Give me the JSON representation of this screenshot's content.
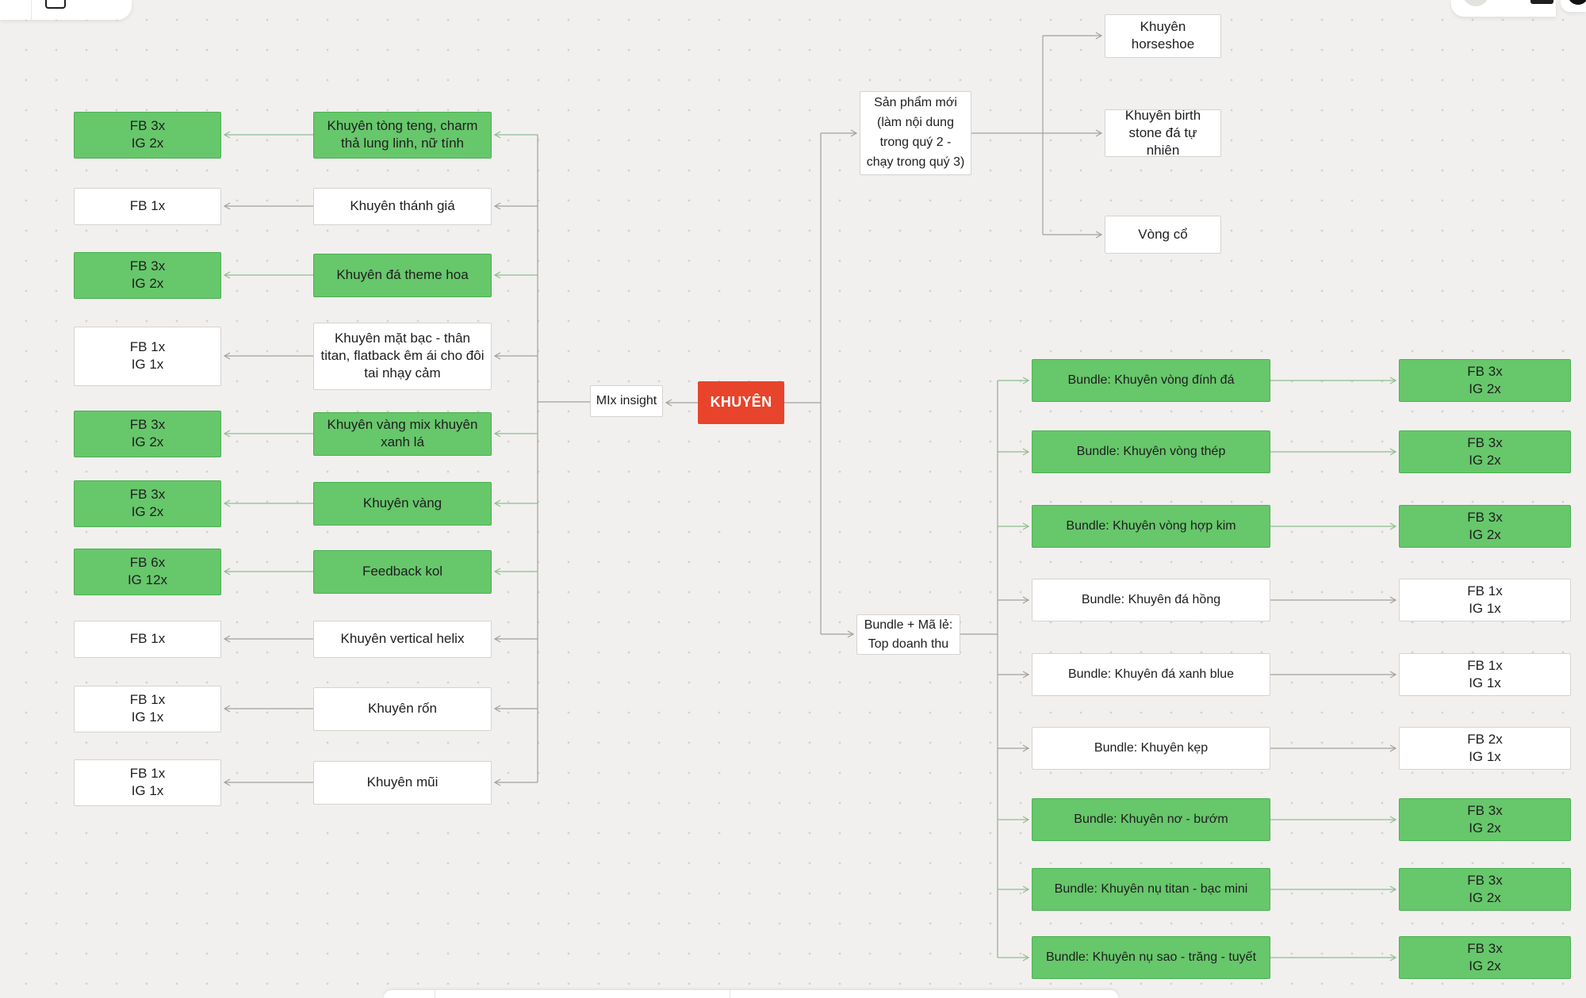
{
  "colors": {
    "canvas_bg": "#f1f0ee",
    "dot": "#d4d2cf",
    "node_green": "#67c76b",
    "node_green_border": "#4cb152",
    "node_white": "#ffffff",
    "node_white_border": "#d5d3cf",
    "root_red": "#e8442b",
    "connector_gray": "#a3a19d",
    "connector_green": "#8fbd92",
    "text": "#1e1e1e"
  },
  "root": {
    "label": "KHUYÊN"
  },
  "insight": {
    "label": "MIx insight"
  },
  "left_rows": [
    {
      "metric": [
        "FB 3x",
        "IG 2x"
      ],
      "product": "Khuyên tòng teng, charm thả lung linh, nữ tính",
      "highlight": true
    },
    {
      "metric": [
        "FB 1x"
      ],
      "product": "Khuyên thánh giá",
      "highlight": false
    },
    {
      "metric": [
        "FB 3x",
        "IG 2x"
      ],
      "product": "Khuyên đá theme hoa",
      "highlight": true
    },
    {
      "metric": [
        "FB 1x",
        "IG 1x"
      ],
      "product": "Khuyên mặt bạc - thân titan, flatback êm ái cho đôi tai nhạy cảm",
      "highlight": false
    },
    {
      "metric": [
        "FB 3x",
        "IG 2x"
      ],
      "product": "Khuyên vàng mix khuyên xanh lá",
      "highlight": true
    },
    {
      "metric": [
        "FB 3x",
        "IG 2x"
      ],
      "product": "Khuyên vàng",
      "highlight": true
    },
    {
      "metric": [
        "FB 6x",
        "IG 12x"
      ],
      "product": "Feedback kol",
      "highlight": true
    },
    {
      "metric": [
        "FB 1x"
      ],
      "product": "Khuyên vertical helix",
      "highlight": false
    },
    {
      "metric": [
        "FB 1x",
        "IG 1x"
      ],
      "product": "Khuyên rốn",
      "highlight": false
    },
    {
      "metric": [
        "FB 1x",
        "IG 1x"
      ],
      "product": "Khuyên mũi",
      "highlight": false
    }
  ],
  "new_products": {
    "label": "Sản phẩm mới (làm nội dung trong quý 2 - chạy trong quý 3)",
    "children": [
      {
        "label": "Khuyên horseshoe"
      },
      {
        "label": "Khuyên birth stone đá tự nhiên"
      },
      {
        "label": "Vòng cổ"
      }
    ]
  },
  "bundles": {
    "label": "Bundle + Mã lẻ: Top doanh thu",
    "rows": [
      {
        "bundle": "Bundle: Khuyên vòng đính đá",
        "metric": [
          "FB 3x",
          "IG 2x"
        ],
        "highlight": true
      },
      {
        "bundle": "Bundle: Khuyên vòng thép",
        "metric": [
          "FB 3x",
          "IG 2x"
        ],
        "highlight": true
      },
      {
        "bundle": "Bundle: Khuyên vòng hợp kim",
        "metric": [
          "FB 3x",
          "IG 2x"
        ],
        "highlight": true
      },
      {
        "bundle": "Bundle: Khuyên đá hồng",
        "metric": [
          "FB 1x",
          "IG 1x"
        ],
        "highlight": false
      },
      {
        "bundle": "Bundle: Khuyên đá xanh blue",
        "metric": [
          "FB 1x",
          "IG 1x"
        ],
        "highlight": false
      },
      {
        "bundle": "Bundle: Khuyên kẹp",
        "metric": [
          "FB 2x",
          "IG 1x"
        ],
        "highlight": false
      },
      {
        "bundle": "Bundle: Khuyên nơ - bướm",
        "metric": [
          "FB 3x",
          "IG 2x"
        ],
        "highlight": true
      },
      {
        "bundle": "Bundle: Khuyên nụ titan - bạc mini",
        "metric": [
          "FB 3x",
          "IG 2x"
        ],
        "highlight": true
      },
      {
        "bundle": "Bundle: Khuyên nụ sao - trăng - tuyết",
        "metric": [
          "FB 3x",
          "IG 2x"
        ],
        "highlight": true
      }
    ]
  }
}
